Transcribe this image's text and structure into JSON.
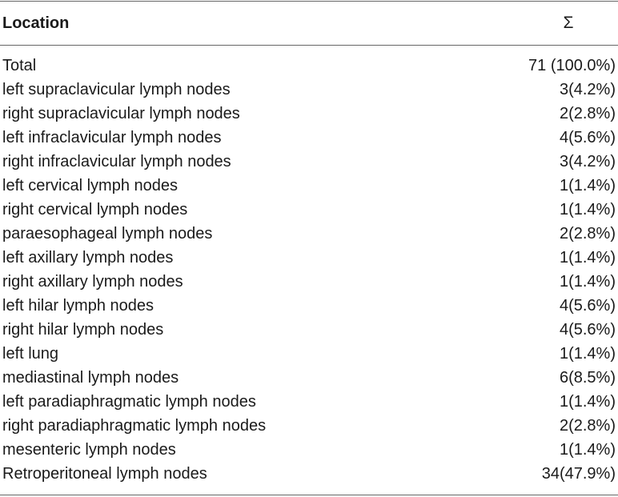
{
  "table": {
    "headers": {
      "location": "Location",
      "sum": "Σ"
    },
    "rows": [
      {
        "location": "Total",
        "value": "71 (100.0%)"
      },
      {
        "location": "left supraclavicular lymph nodes",
        "value": "3(4.2%)"
      },
      {
        "location": "right supraclavicular lymph nodes",
        "value": "2(2.8%)"
      },
      {
        "location": "left infraclavicular lymph nodes",
        "value": "4(5.6%)"
      },
      {
        "location": "right infraclavicular lymph nodes",
        "value": "3(4.2%)"
      },
      {
        "location": "left cervical lymph nodes",
        "value": "1(1.4%)"
      },
      {
        "location": "right cervical lymph nodes",
        "value": "1(1.4%)"
      },
      {
        "location": "paraesophageal lymph nodes",
        "value": "2(2.8%)"
      },
      {
        "location": "left axillary lymph nodes",
        "value": "1(1.4%)"
      },
      {
        "location": "right axillary lymph nodes",
        "value": "1(1.4%)"
      },
      {
        "location": "left hilar lymph nodes",
        "value": "4(5.6%)"
      },
      {
        "location": "right hilar lymph nodes",
        "value": "4(5.6%)"
      },
      {
        "location": "left lung",
        "value": "1(1.4%)"
      },
      {
        "location": "mediastinal lymph nodes",
        "value": "6(8.5%)"
      },
      {
        "location": "left paradiaphragmatic lymph nodes",
        "value": "1(1.4%)"
      },
      {
        "location": "right paradiaphragmatic lymph nodes",
        "value": "2(2.8%)"
      },
      {
        "location": "mesenteric lymph nodes",
        "value": "1(1.4%)"
      },
      {
        "location": "Retroperitoneal lymph nodes",
        "value": "34(47.9%)"
      }
    ]
  }
}
